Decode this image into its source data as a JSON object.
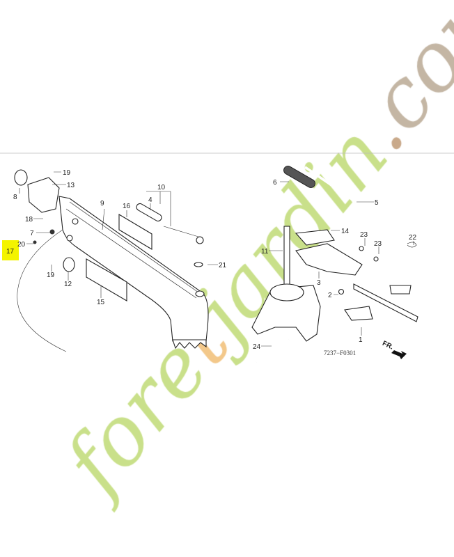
{
  "diagram": {
    "part_labels": {
      "p1": "1",
      "p2": "2",
      "p3": "3",
      "p4": "4",
      "p5": "5",
      "p6": "6",
      "p7": "7",
      "p8": "8",
      "p9": "9",
      "p10": "10",
      "p11": "11",
      "p12": "12",
      "p13": "13",
      "p14": "14",
      "p15": "15",
      "p16": "16",
      "p17": "17",
      "p18": "18",
      "p19a": "19",
      "p19b": "19",
      "p20": "20",
      "p21": "21",
      "p22": "22",
      "p23a": "23",
      "p23b": "23",
      "p24": "24"
    },
    "highlighted_part": "17",
    "highlight_color": "#f4f400",
    "drawing_code": "7237−F0301",
    "front_indicator": "FR.",
    "watermark": {
      "text": "foretjardin.com",
      "parts": [
        "for",
        "e",
        "t",
        "jardin",
        ".",
        "com"
      ],
      "colors": [
        "#c9e08a",
        "#c9e08a",
        "#f3c88a",
        "#c9e08a",
        "#c9a98a",
        "#c4b6a4"
      ]
    }
  }
}
